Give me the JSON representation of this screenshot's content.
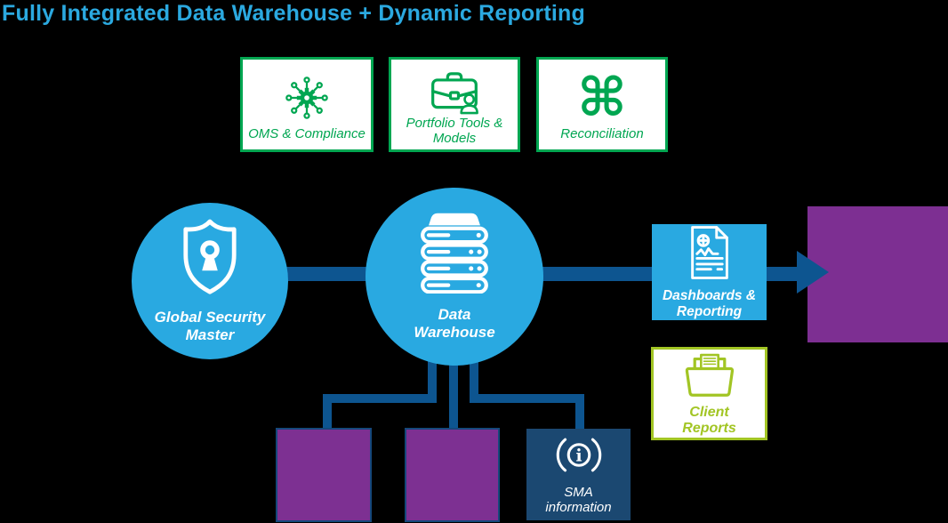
{
  "title": "Fully Integrated Data Warehouse + Dynamic Reporting",
  "palette": {
    "title_blue": "#2BA9E0",
    "module_green": "#00A651",
    "node_blue": "#29A9E1",
    "flow_navy": "#0D5590",
    "sma_navy": "#1B4871",
    "placeholder_purple": "#7D3092",
    "client_lime": "#A2C524"
  },
  "top_modules": [
    {
      "label": "OMS & Compliance",
      "icon": "circuit-gear-icon"
    },
    {
      "label": "Portfolio Tools &\nModels",
      "icon": "briefcase-user-icon"
    },
    {
      "label": "Reconciliation",
      "icon": "command-icon",
      "glyph": "⌘"
    }
  ],
  "core_nodes": {
    "global_security_master": {
      "label": "Global Security\nMaster",
      "icon": "shield-keyhole-icon"
    },
    "data_warehouse": {
      "label": "Data\nWarehouse",
      "icon": "server-stack-icon"
    }
  },
  "outputs": {
    "dashboards": {
      "label": "Dashboards &\nReporting",
      "icon": "report-document-icon"
    },
    "client_reports": {
      "label": "Client\nReports",
      "icon": "folder-reports-icon"
    },
    "sma": {
      "label": "SMA\ninformation",
      "icon": "info-broadcast-icon"
    }
  }
}
